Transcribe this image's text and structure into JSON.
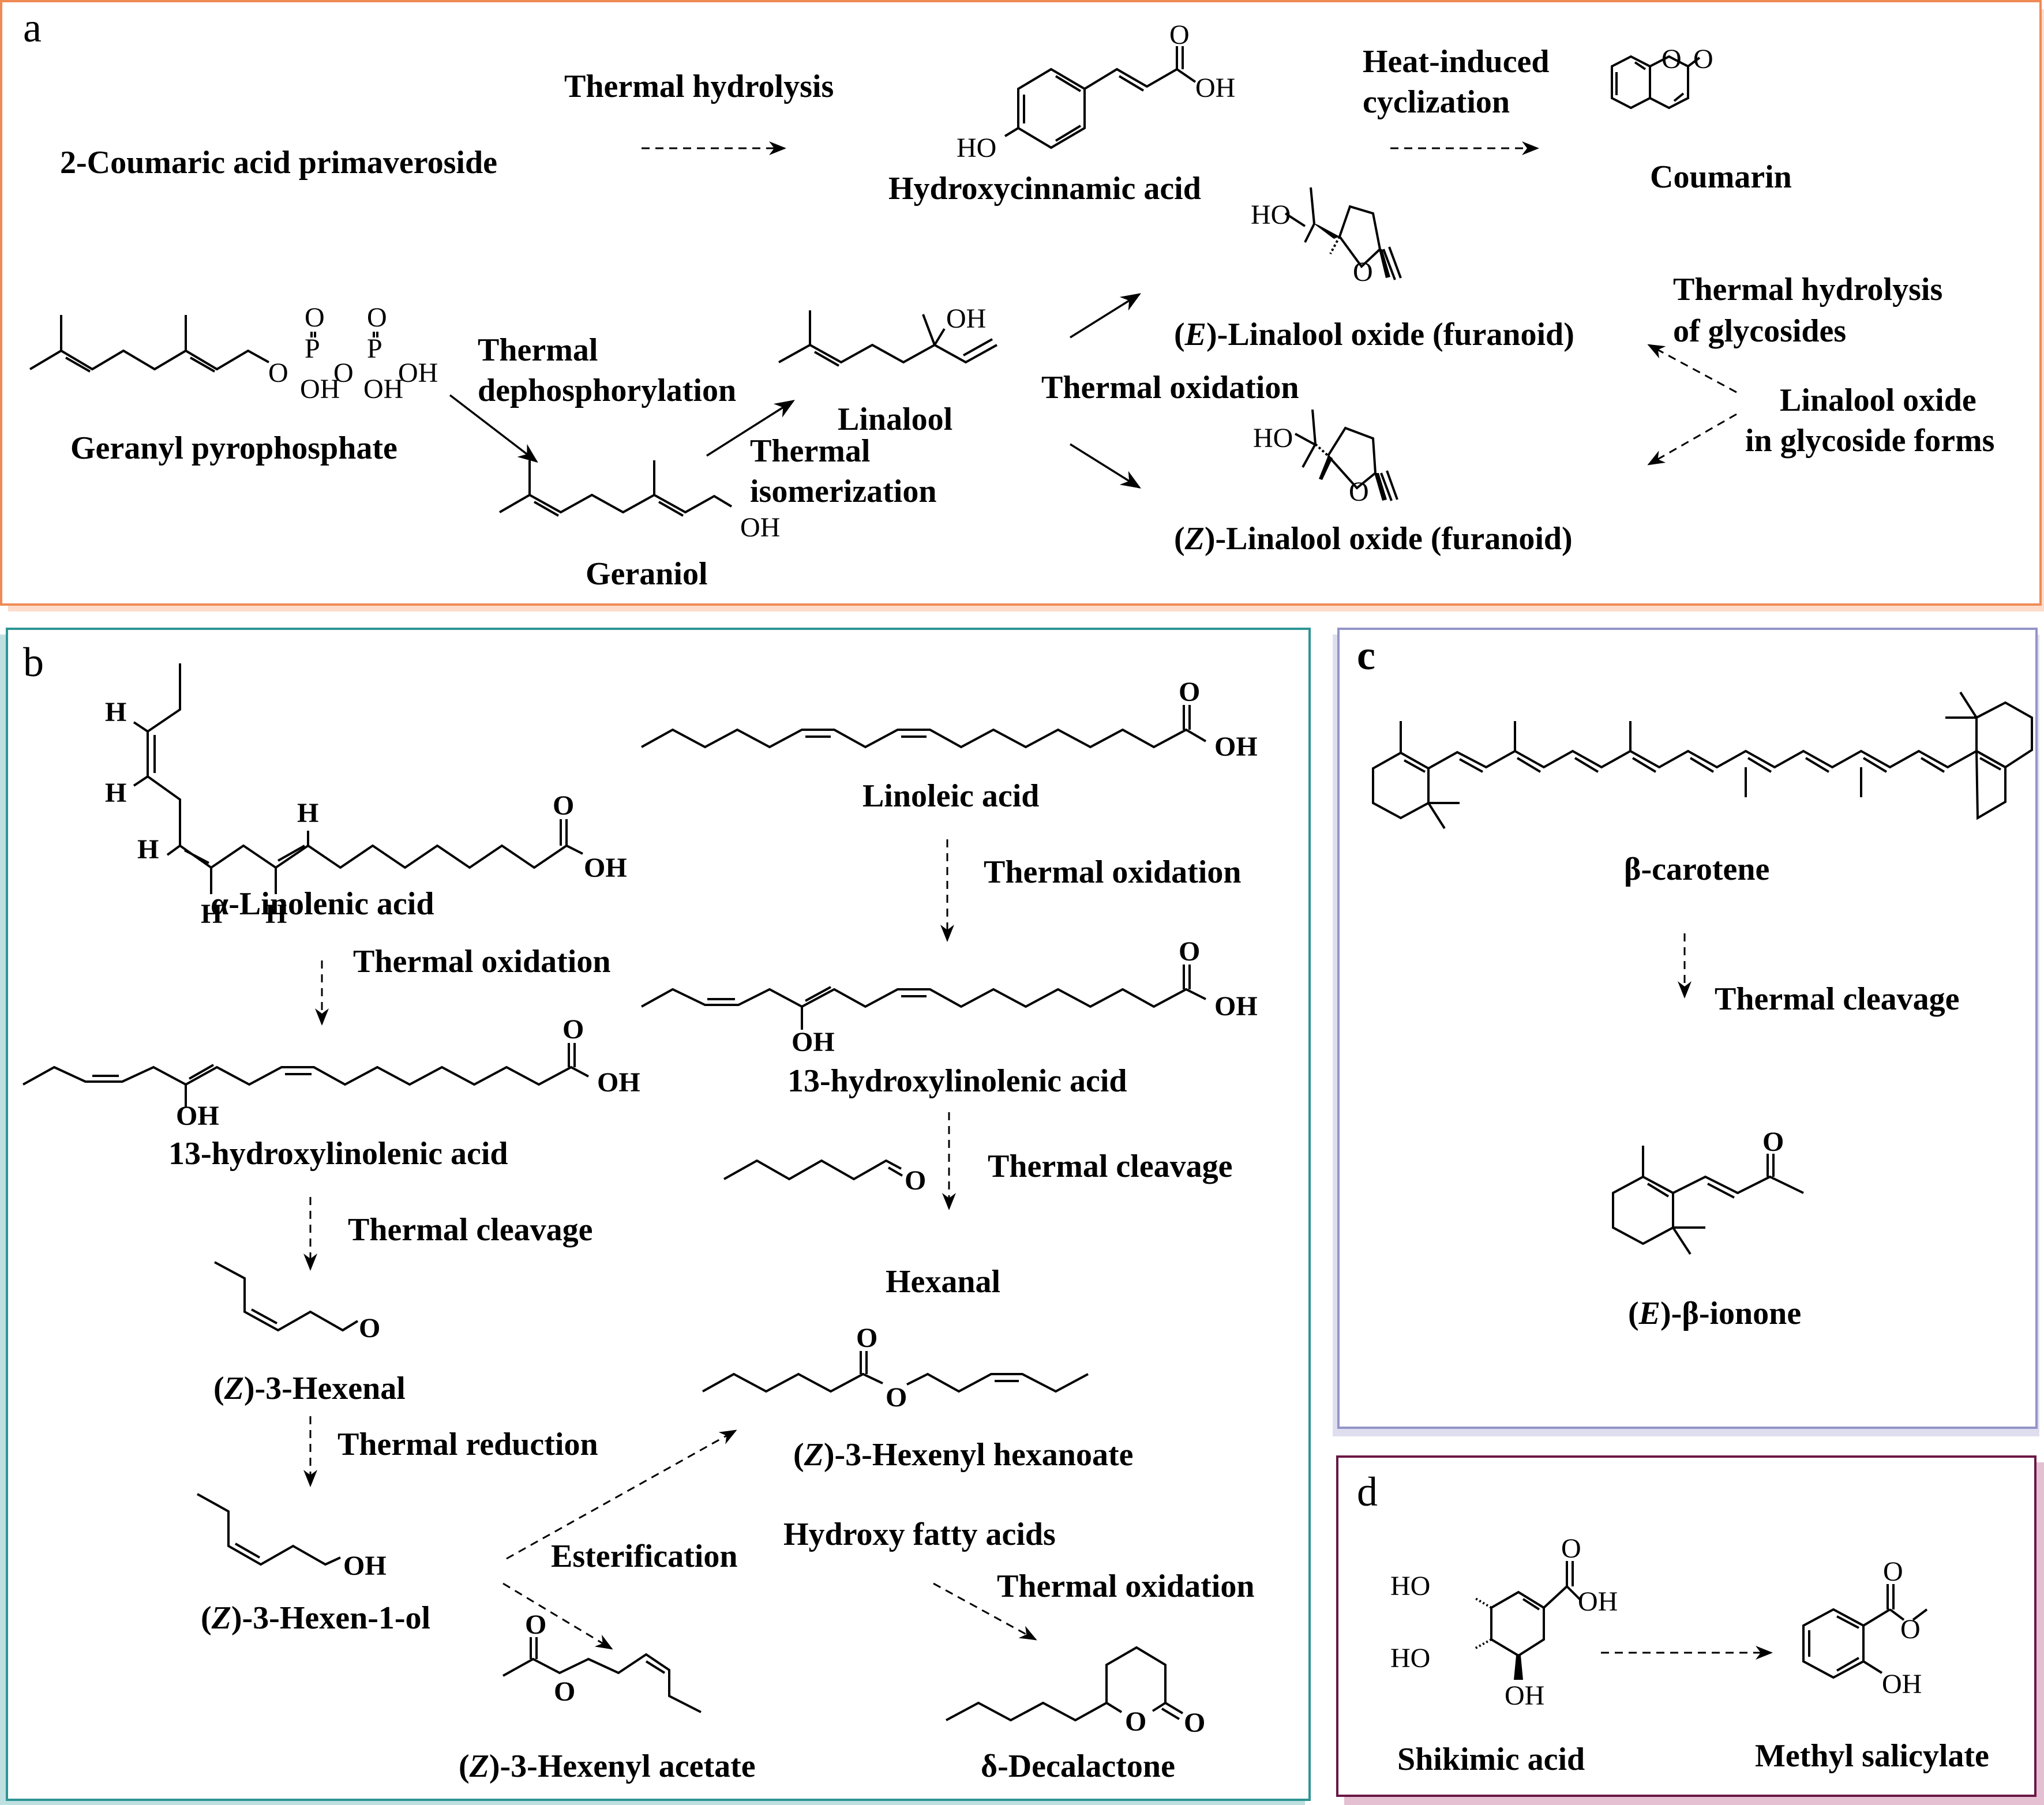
{
  "figure": {
    "panels": {
      "a": {
        "letter": "a",
        "border_color": "#F08A55",
        "shadow_color": "#FDDCCB",
        "compounds": {
          "coumaric_primaveroside": "2-Coumaric acid primaveroside",
          "hydroxycinnamic_acid": "Hydroxycinnamic acid",
          "coumarin": "Coumarin",
          "geranyl_pyrophosphate": "Geranyl pyrophosphate",
          "geraniol": "Geraniol",
          "linalool": "Linalool",
          "e_linalool_oxide_prefix": "(",
          "e_linalool_oxide_italic": "E",
          "e_linalool_oxide_suffix": ")-Linalool oxide (furanoid)",
          "z_linalool_oxide_prefix": "(",
          "z_linalool_oxide_italic": "Z",
          "z_linalool_oxide_suffix": ")-Linalool oxide (furanoid)",
          "linalool_oxide_glycoside_line1": "Linalool oxide",
          "linalool_oxide_glycoside_line2": "in glycoside forms"
        },
        "reactions": {
          "thermal_hydrolysis": "Thermal hydrolysis",
          "heat_cyclization_line1": "Heat-induced",
          "heat_cyclization_line2": "cyclization",
          "dephosphorylation_line1": "Thermal",
          "dephosphorylation_line2": "dephosphorylation",
          "isomerization_line1": "Thermal",
          "isomerization_line2": "isomerization",
          "thermal_oxidation": "Thermal oxidation",
          "glycoside_hydrolysis_line1": "Thermal hydrolysis",
          "glycoside_hydrolysis_line2": "of glycosides"
        },
        "atoms": {
          "O": "O",
          "OH": "OH",
          "HO": "HO",
          "P": "P"
        }
      },
      "b": {
        "letter": "b",
        "border_color": "#2E9494",
        "shadow_color": "#BFE0E0",
        "compounds": {
          "alpha_linolenic": "α-Linolenic acid",
          "hydroxylinolenic_left": "13-hydroxylinolenic acid",
          "z3_hexenal_prefix": "(",
          "z3_hexenal_italic": "Z",
          "z3_hexenal_suffix": ")-3-Hexenal",
          "z3_hexenol_prefix": "(",
          "z3_hexenol_italic": "Z",
          "z3_hexenol_suffix": ")-3-Hexen-1-ol",
          "z3_hexenyl_acetate_prefix": "(",
          "z3_hexenyl_acetate_italic": "Z",
          "z3_hexenyl_acetate_suffix": ")-3-Hexenyl acetate",
          "linoleic": "Linoleic acid",
          "hydroxylinolenic_right": "13-hydroxylinolenic acid",
          "hexanal": "Hexanal",
          "z3_hexenyl_hexanoate_prefix": "(",
          "z3_hexenyl_hexanoate_italic": "Z",
          "z3_hexenyl_hexanoate_suffix": ")-3-Hexenyl hexanoate",
          "hydroxy_fatty_acids": "Hydroxy fatty acids",
          "delta_decalactone": "δ-Decalactone"
        },
        "reactions": {
          "thermal_oxidation_left": "Thermal oxidation",
          "thermal_cleavage_left": "Thermal cleavage",
          "thermal_reduction": "Thermal reduction",
          "esterification": "Esterification",
          "thermal_oxidation_right": "Thermal oxidation",
          "thermal_cleavage_right": "Thermal cleavage",
          "thermal_oxidation_lactone": "Thermal oxidation"
        },
        "atoms": {
          "H": "H",
          "O": "O",
          "OH": "OH"
        }
      },
      "c": {
        "letter": "c",
        "border_color": "#9494C8",
        "shadow_color": "#DEDEEE",
        "compounds": {
          "beta_carotene": "β-carotene",
          "beta_ionone_prefix": "(",
          "beta_ionone_italic": "E",
          "beta_ionone_suffix": ")-β-ionone"
        },
        "reactions": {
          "thermal_cleavage": "Thermal cleavage"
        },
        "atoms": {
          "O": "O"
        }
      },
      "d": {
        "letter": "d",
        "border_color": "#6A1746",
        "shadow_color": "#E4C0D2",
        "compounds": {
          "shikimic_acid": "Shikimic acid",
          "methyl_salicylate": "Methyl salicylate"
        },
        "atoms": {
          "O": "O",
          "OH": "OH",
          "HO": "HO"
        }
      }
    }
  }
}
